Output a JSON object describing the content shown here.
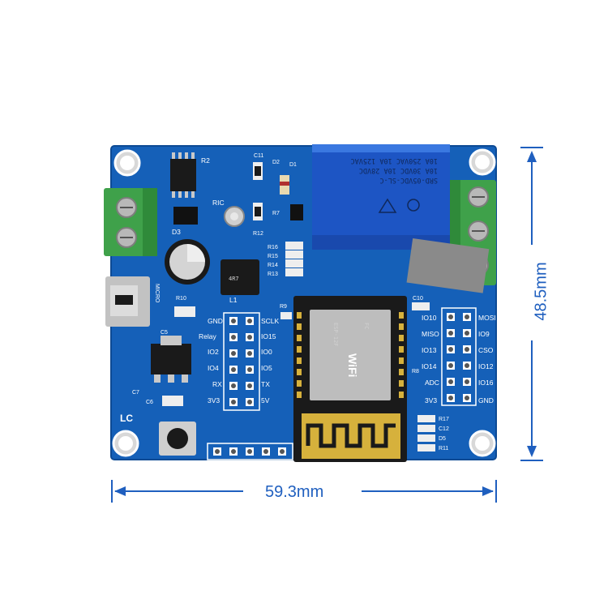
{
  "dimensions": {
    "width_label": "59.3mm",
    "height_label": "48.5mm",
    "color": "#1f5fbf"
  },
  "board": {
    "color": "#1560b8",
    "logo": "LC",
    "relay": {
      "lines": [
        "SRD-05VDC-SL-C",
        "10A 30VDC 10A 28VDC",
        "10A 250VAC 10A 125VAC"
      ]
    },
    "left_header_labels": [
      "GND",
      "Relay",
      "IO2",
      "IO4",
      "RX",
      "3V3"
    ],
    "mid_header_labels": [
      "SCLK",
      "IO15",
      "IO0",
      "IO5",
      "TX",
      "5V"
    ],
    "right_header_left_labels": [
      "IO10",
      "MISO",
      "IO13",
      "IO14",
      "ADC",
      "3V3"
    ],
    "right_header_right_labels": [
      "MOSI",
      "IO9",
      "CSO",
      "IO12",
      "IO16",
      "GND"
    ],
    "component_labels": {
      "r2": "R2",
      "c11": "C11",
      "d2": "D2",
      "d1": "D1",
      "ric": "RIC",
      "d3": "D3",
      "r12": "R12",
      "r7": "R7",
      "r16": "R16",
      "r15": "R15",
      "r14": "R14",
      "r13": "R13",
      "l1": "L1",
      "r9": "R9",
      "r10": "R10",
      "c5": "C5",
      "c7": "C7",
      "c6": "C6",
      "c10": "C10",
      "r8": "R8",
      "r17": "R17",
      "c12": "C12",
      "d5": "D5",
      "r11": "R11",
      "micro": "MICRO",
      "inductor": "4R7"
    },
    "module": {
      "brand": "WiFi",
      "model": "ESP-12F",
      "cert": "FC"
    }
  }
}
